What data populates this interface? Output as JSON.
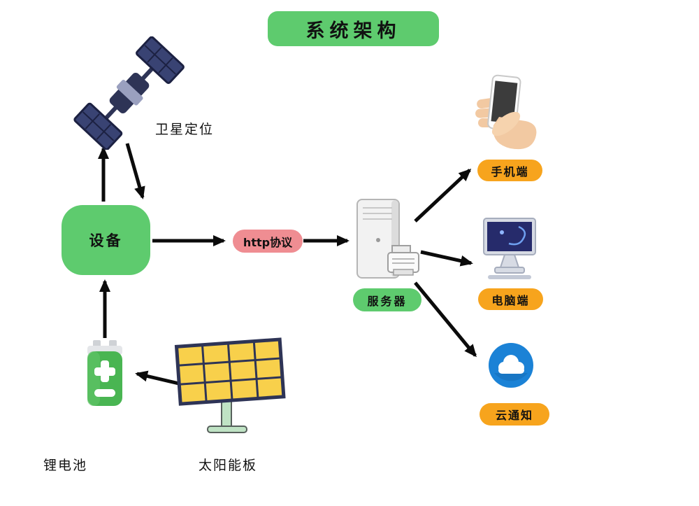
{
  "title": "系统架构",
  "nodes": {
    "satellite_label": "卫星定位",
    "device_label": "设备",
    "http_label": "http协议",
    "server_label": "服务器",
    "mobile_label": "手机端",
    "pc_label": "电脑端",
    "cloud_label": "云通知",
    "battery_label": "锂电池",
    "solar_label": "太阳能板"
  },
  "icons": {
    "satellite": "satellite-icon",
    "phone_in_hand": "phone-in-hand-icon",
    "server_tower": "server-icon",
    "desktop_computer": "computer-icon",
    "cloud_badge": "cloud-icon",
    "battery": "battery-icon",
    "solar_panel": "solar-panel-icon"
  },
  "colors": {
    "green": "#5ECB6E",
    "orange": "#F7A41D",
    "pink": "#EF8D92",
    "cloud_blue": "#1B82D6",
    "arrow": "#0B0B0B",
    "text": "#111111"
  }
}
